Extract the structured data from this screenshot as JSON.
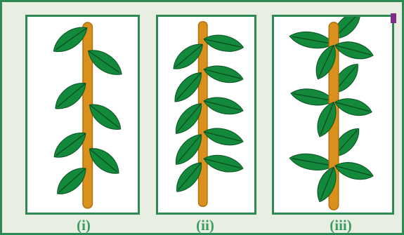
{
  "captions": {
    "panel_1": "(i)",
    "panel_2": "(ii)",
    "panel_3": "(iii)"
  },
  "arrangements": {
    "panel_1": "alternate",
    "panel_2": "opposite",
    "panel_3": "whorled"
  },
  "colors": {
    "background": "#e8eee2",
    "border": "#2e8a53",
    "caption": "#3c9c60",
    "stem": "#d9901c",
    "stem_outline": "#b06e0e",
    "leaf": "#138a3b",
    "leaf_outline": "#0d5a27",
    "leaf_vein": "#0b4a20"
  },
  "icons": {
    "stem": "stem-icon",
    "leaf": "leaf-icon"
  }
}
